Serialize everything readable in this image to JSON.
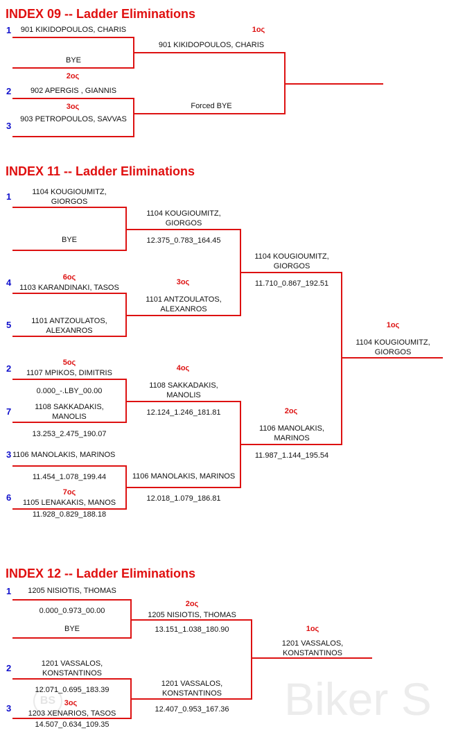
{
  "watermark": "Biker S",
  "watermark_logo": "BS",
  "i9": {
    "title": "INDEX 09 -- Ladder Eliminations",
    "seeds": [
      "1",
      "2",
      "3"
    ],
    "e1": "901 KIKIDOPOULOS, CHARIS",
    "e2": "BYE",
    "e3": "902 APERGIS , GIANNIS",
    "e4": "903 PETROPOULOS, SAVVAS",
    "r2a": "901 KIKIDOPOULOS, CHARIS",
    "r2b": "Forced BYE",
    "places": [
      "1ος",
      "2ος",
      "3ος"
    ]
  },
  "i11": {
    "title": "INDEX 11 -- Ladder Eliminations",
    "seeds": [
      "1",
      "4",
      "5",
      "2",
      "7",
      "3",
      "6"
    ],
    "e1a": "1104 KOUGIOUMITZ,",
    "e1b": "GIORGOS",
    "e2": "BYE",
    "e3": "1103 KARANDINAKI, TASOS",
    "e4a": "1101 ANTZOULATOS,",
    "e4b": "ALEXANROS",
    "e5": "1107 MPIKOS, DIMITRIS",
    "e5t": "0.000_-.LBY_00.00",
    "e6a": "1108 SAKKADAKIS,",
    "e6b": "MANOLIS",
    "e6t": "13.253_2.475_190.07",
    "e7": "1106 MANOLAKIS, MARINOS",
    "e7t": "11.454_1.078_199.44",
    "e8": "1105 LENAKAKIS, MANOS",
    "e8t": "11.928_0.829_188.18",
    "r2a1": "1104 KOUGIOUMITZ,",
    "r2a2": "GIORGOS",
    "r2at": "12.375_0.783_164.45",
    "r2b1": "1101 ANTZOULATOS,",
    "r2b2": "ALEXANROS",
    "r2c1": "1108 SAKKADAKIS,",
    "r2c2": "MANOLIS",
    "r2ct": "12.124_1.246_181.81",
    "r2d": "1106 MANOLAKIS, MARINOS",
    "r2dt": "12.018_1.079_186.81",
    "r3a1": "1104 KOUGIOUMITZ,",
    "r3a2": "GIORGOS",
    "r3at": "11.710_0.867_192.51",
    "r3b1": "1106 MANOLAKIS,",
    "r3b2": "MARINOS",
    "r3bt": "11.987_1.144_195.54",
    "w1": "1104 KOUGIOUMITZ,",
    "w2": "GIORGOS",
    "places": [
      "1ος",
      "2ος",
      "3ος",
      "4ος",
      "5ος",
      "6ος",
      "7ος"
    ]
  },
  "i12": {
    "title": "INDEX 12 -- Ladder Eliminations",
    "seeds": [
      "1",
      "2",
      "3"
    ],
    "e1": "1205 NISIOTIS, THOMAS",
    "e1t": "0.000_0.973_00.00",
    "e2": "BYE",
    "e3a": "1201 VASSALOS,",
    "e3b": "KONSTANTINOS",
    "e3t": "12.071_0.695_183.39",
    "e4": "1203 XENARIOS, TASOS",
    "e4t": "14.507_0.634_109.35",
    "r2a": "1205 NISIOTIS, THOMAS",
    "r2at": "13.151_1.038_180.90",
    "r2b1": "1201 VASSALOS,",
    "r2b2": "KONSTANTINOS",
    "r2bt": "12.407_0.953_167.36",
    "w1": "1201 VASSALOS,",
    "w2": "KONSTANTINOS",
    "places": [
      "1ος",
      "2ος",
      "3ος"
    ]
  }
}
